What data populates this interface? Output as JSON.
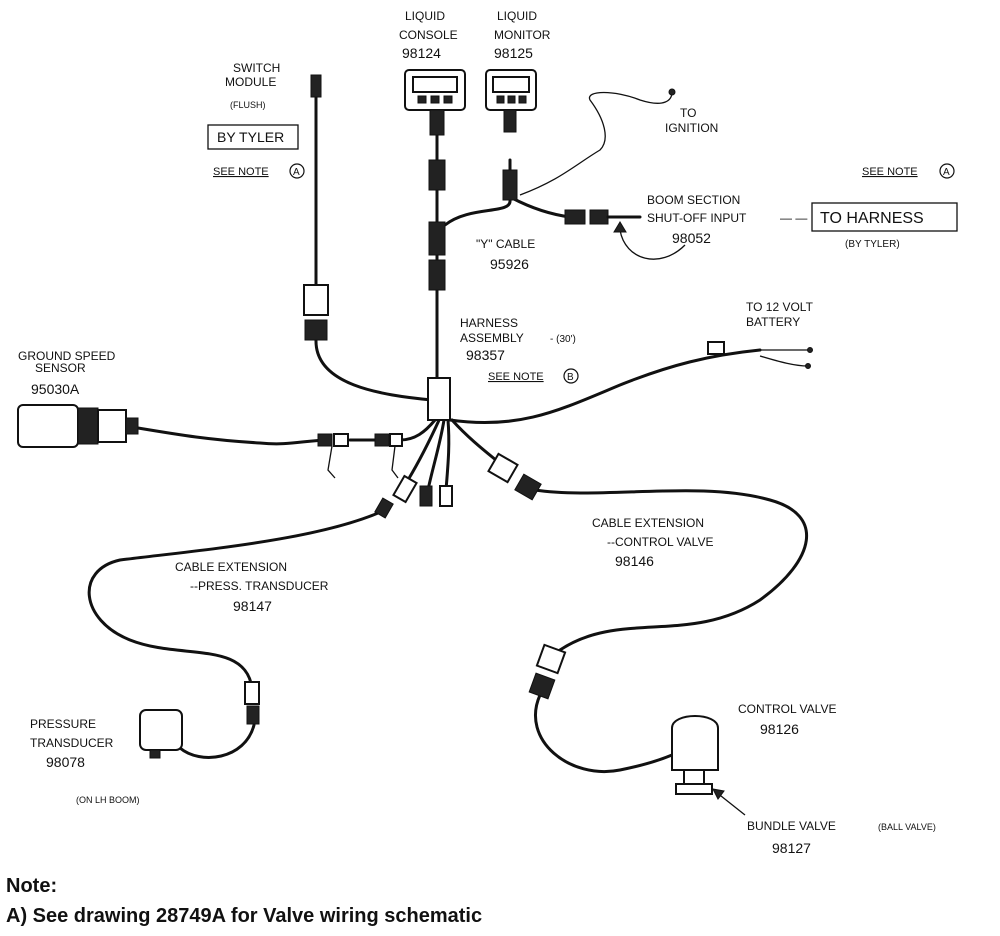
{
  "liquid_console": {
    "line1": "LIQUID",
    "line2": "CONSOLE",
    "part": "98124"
  },
  "liquid_monitor": {
    "line1": "LIQUID",
    "line2": "MONITOR",
    "part": "98125"
  },
  "switch_module": {
    "line1": "SWITCH",
    "line2": "MODULE",
    "line3": "(FLUSH)",
    "by": "BY TYLER",
    "see_note": "SEE NOTE",
    "note_letter": "A"
  },
  "ignition": {
    "line1": "TO",
    "line2": "IGNITION"
  },
  "boom_section": {
    "see_note": "SEE NOTE",
    "note_letter": "A",
    "line1": "BOOM SECTION",
    "line2": "SHUT-OFF INPUT",
    "dashes": "— —",
    "part": "98052",
    "to_harness": "TO HARNESS",
    "by": "(BY TYLER)"
  },
  "y_cable": {
    "label": "\"Y\" CABLE",
    "part": "95926"
  },
  "harness": {
    "line1": "HARNESS",
    "line2": "ASSEMBLY",
    "length": "- (30')",
    "part": "98357",
    "see_note": "SEE NOTE",
    "note_letter": "B"
  },
  "battery": {
    "line1": "TO 12 VOLT",
    "line2": "BATTERY"
  },
  "ground_speed": {
    "line1": "GROUND SPEED",
    "line2": "SENSOR",
    "part": "95030A"
  },
  "cable_ext_valve": {
    "line1": "CABLE EXTENSION",
    "line2": "--CONTROL VALVE",
    "part": "98146"
  },
  "cable_ext_press": {
    "line1": "CABLE EXTENSION",
    "line2": "--PRESS. TRANSDUCER",
    "part": "98147"
  },
  "pressure_transducer": {
    "line1": "PRESSURE",
    "line2": "TRANSDUCER",
    "part": "98078",
    "location": "(ON LH BOOM)"
  },
  "control_valve": {
    "label": "CONTROL VALVE",
    "part": "98126"
  },
  "bundle_valve": {
    "label": "BUNDLE VALVE",
    "note": "(BALL VALVE)",
    "part": "98127"
  },
  "footnote": {
    "title": "Note:",
    "line": "A) See drawing 28749A for  Valve wiring schematic"
  }
}
